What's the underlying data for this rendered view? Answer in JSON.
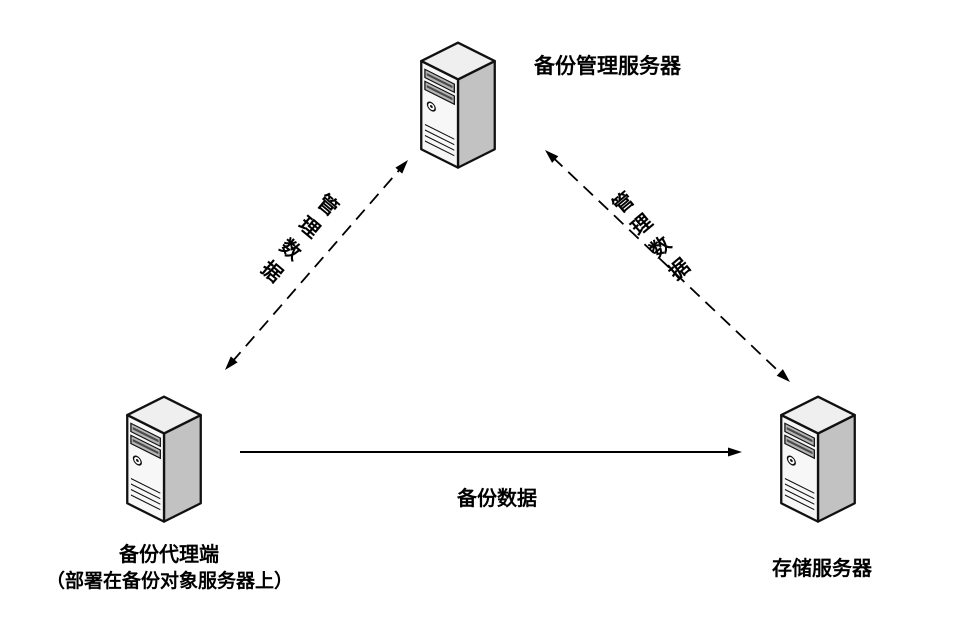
{
  "diagram": {
    "title": "backup-architecture-diagram",
    "colors": {
      "background": "#ffffff",
      "line": "#000000",
      "server_front": "#f7f7f7",
      "server_side": "#c2c2c2",
      "server_top": "#efefef"
    },
    "nodes": [
      {
        "id": "backup-management-server",
        "label": "备份管理服务器"
      },
      {
        "id": "backup-agent",
        "label": "备份代理端",
        "sublabel": "（部署在备份对象服务器上）"
      },
      {
        "id": "storage-server",
        "label": "存储服务器"
      }
    ],
    "edges": [
      {
        "from": "backup-agent",
        "to": "backup-management-server",
        "label": "管理数据",
        "style": "dashed",
        "arrows": "both"
      },
      {
        "from": "backup-management-server",
        "to": "storage-server",
        "label": "管理数据",
        "style": "dashed",
        "arrows": "both"
      },
      {
        "from": "backup-agent",
        "to": "storage-server",
        "label": "备份数据",
        "style": "solid",
        "arrows": "end"
      }
    ]
  }
}
